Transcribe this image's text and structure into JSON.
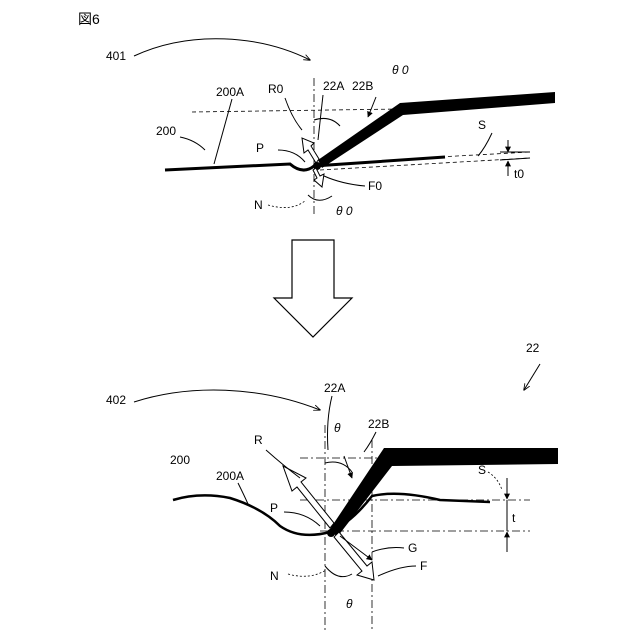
{
  "figure_label": "図6",
  "top": {
    "ref": "401",
    "labels": {
      "r0": "R0",
      "blade_a": "22A",
      "blade_b": "22B",
      "theta0_top": "θ 0",
      "sheet_part": "200A",
      "sheet": "200",
      "s": "S",
      "p": "P",
      "f0": "F0",
      "t0": "t0",
      "n": "N",
      "theta0_bottom": "θ 0"
    }
  },
  "bottom": {
    "ref": "402",
    "blade_ref": "22",
    "labels": {
      "blade_a": "22A",
      "r": "R",
      "theta_top": "θ",
      "blade_b": "22B",
      "sheet": "200",
      "sheet_part": "200A",
      "s": "S",
      "p": "P",
      "t": "t",
      "g": "G",
      "f": "F",
      "n": "N",
      "theta_bottom": "θ"
    }
  }
}
